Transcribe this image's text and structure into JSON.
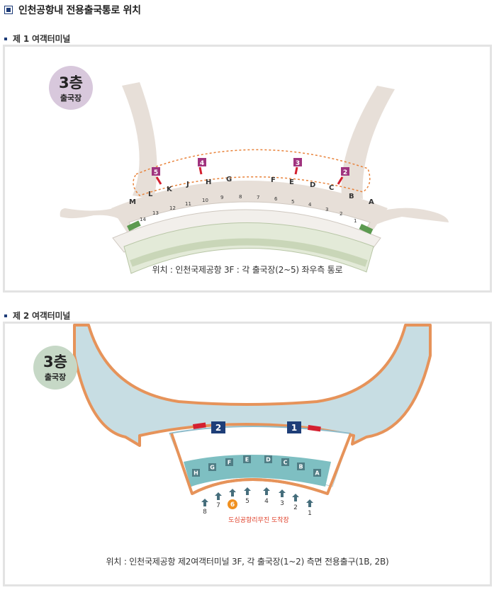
{
  "page": {
    "title": "인천공항내 전용출국통로 위치"
  },
  "terminal1": {
    "title": "제 1 여객터미널",
    "floor": "3층",
    "floor_sub": "출국장",
    "gate_numbers": [
      "2",
      "3",
      "4",
      "5"
    ],
    "counter_letters": [
      "A",
      "B",
      "C",
      "D",
      "E",
      "F",
      "G",
      "H",
      "J",
      "K",
      "L",
      "M"
    ],
    "door_numbers": [
      "1",
      "2",
      "3",
      "4",
      "5",
      "6",
      "7",
      "8",
      "9",
      "10",
      "11",
      "12",
      "13",
      "14"
    ],
    "caption": "위치 : 인천국제공항 3F : 각 출국장(2~5) 좌우측 통로"
  },
  "terminal2": {
    "title": "제 2 여객터미널",
    "floor": "3층",
    "floor_sub": "출국장",
    "gate_numbers": [
      "2",
      "1"
    ],
    "counter_letters": [
      "H",
      "G",
      "F",
      "E",
      "D",
      "C",
      "B",
      "A"
    ],
    "door_numbers": [
      "8",
      "7",
      "6",
      "5",
      "4",
      "3",
      "2",
      "1"
    ],
    "bus_label": "도심공항리무진 도착장",
    "caption": "위치 : 인천국제공항 제2여객터미널 3F, 각 출국장(1~2) 측면 전용출구(1B, 2B)"
  },
  "colors": {
    "header_icon": "#1e3c78",
    "t1_badge": "#d8c8dc",
    "t2_badge": "#c6d8c6",
    "gate_marker": "#a0347f",
    "t2_gate_marker": "#1e3e78",
    "exit_bar": "#d42030",
    "route": "#e8823a",
    "t2_frame": "#e6935a",
    "t2_body": "#c7dde3",
    "t2_hall": "#7ebfc2",
    "arrow": "#466e7c",
    "bus_stop": "#f09020",
    "bus_label": "#e0402a"
  }
}
